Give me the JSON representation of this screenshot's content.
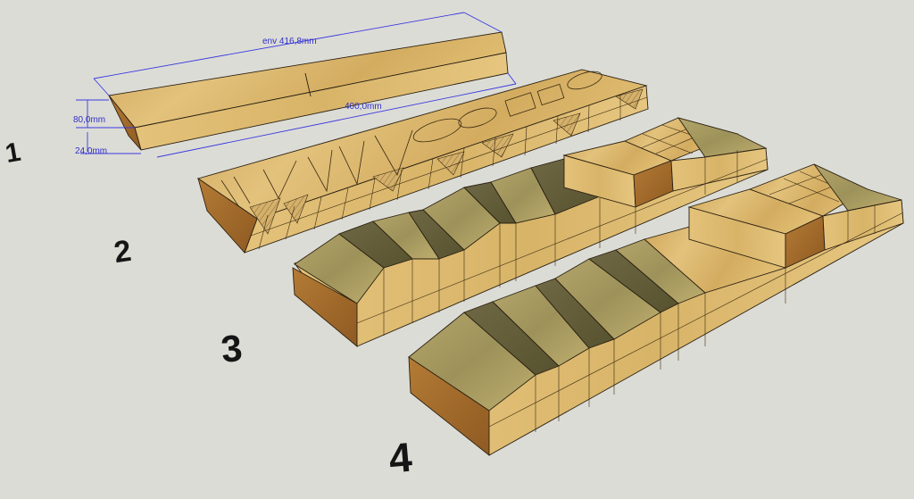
{
  "dimensions": {
    "envelope_length": "env 416,8mm",
    "length": "400,0mm",
    "height": "80,0mm",
    "thickness": "24,0mm"
  },
  "steps": [
    "1",
    "2",
    "3",
    "4"
  ],
  "colors": {
    "background": "#dcdcd6",
    "wood_top": "#d9b364",
    "wood_front": "#e2bf72",
    "wood_side": "#a9732f",
    "wood_dark": "#6b6440",
    "wood_mid": "#9f9358",
    "dimension": "#3a3ae0",
    "edge": "#2b2112"
  }
}
